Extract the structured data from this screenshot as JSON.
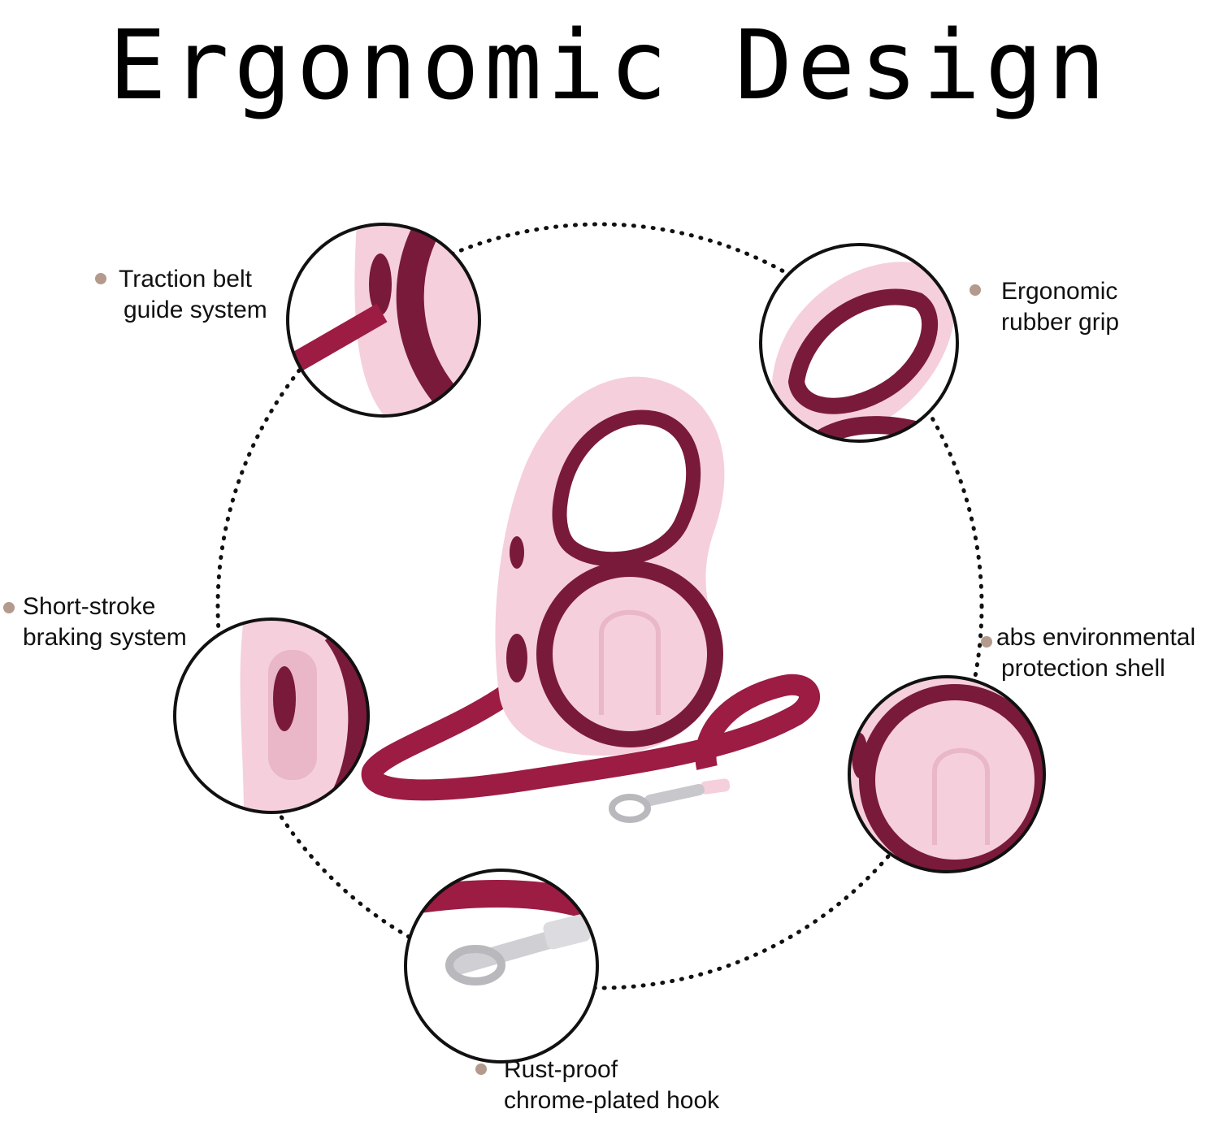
{
  "title": "Ergonomic Design",
  "colors": {
    "shell_pink": "#f5cfdc",
    "shell_pink_dark": "#e9b7c8",
    "accent_plum": "#7a1a3a",
    "strap": "#9c1c43",
    "bullet": "#b39a8c",
    "outline": "#111111"
  },
  "features": [
    {
      "line1": "Traction belt",
      "line2": "guide system"
    },
    {
      "line1": "Ergonomic",
      "line2": "rubber grip"
    },
    {
      "line1": "Short-stroke",
      "line2": "braking system"
    },
    {
      "line1": "abs environmental",
      "line2": "protection shell"
    },
    {
      "line1": "Rust-proof",
      "line2": "chrome-plated hook"
    }
  ]
}
